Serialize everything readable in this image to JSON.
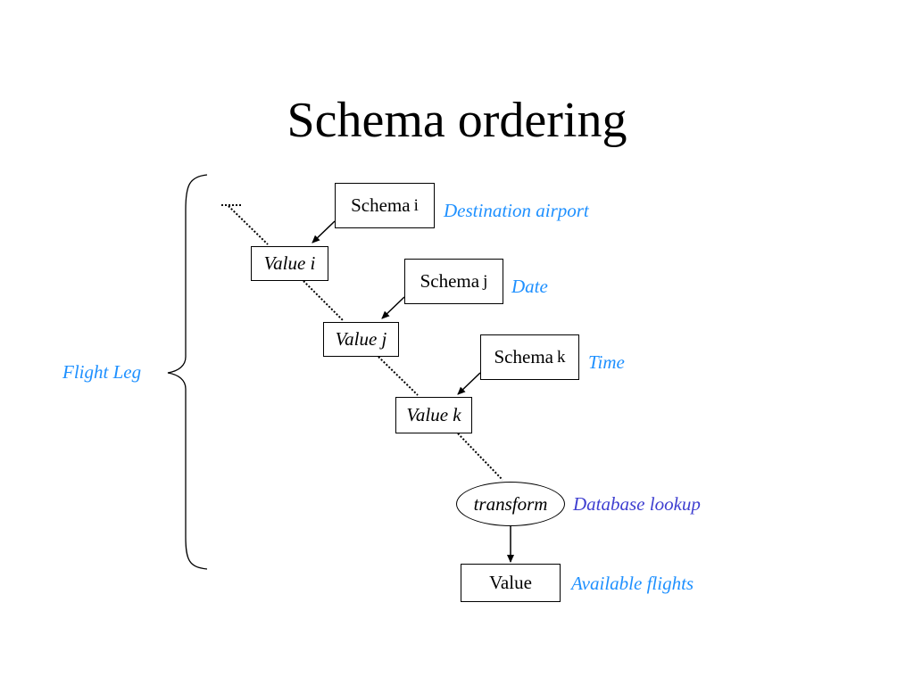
{
  "title": "Schema ordering",
  "colors": {
    "annotation": "#1e90ff",
    "lookup": "#3f3fd0",
    "line": "#000000"
  },
  "group_label": "Flight Leg",
  "schemas": [
    {
      "label": "Schema",
      "subscript": "i",
      "note": "Destination airport"
    },
    {
      "label": "Schema",
      "subscript": "j",
      "note": "Date"
    },
    {
      "label": "Schema",
      "subscript": "k",
      "note": "Time"
    }
  ],
  "values": [
    {
      "label": "Value",
      "index": "i"
    },
    {
      "label": "Value",
      "index": "j"
    },
    {
      "label": "Value",
      "index": "k"
    }
  ],
  "transform": {
    "label": "transform",
    "note": "Database lookup"
  },
  "result": {
    "label": "Value",
    "note": "Available flights"
  }
}
